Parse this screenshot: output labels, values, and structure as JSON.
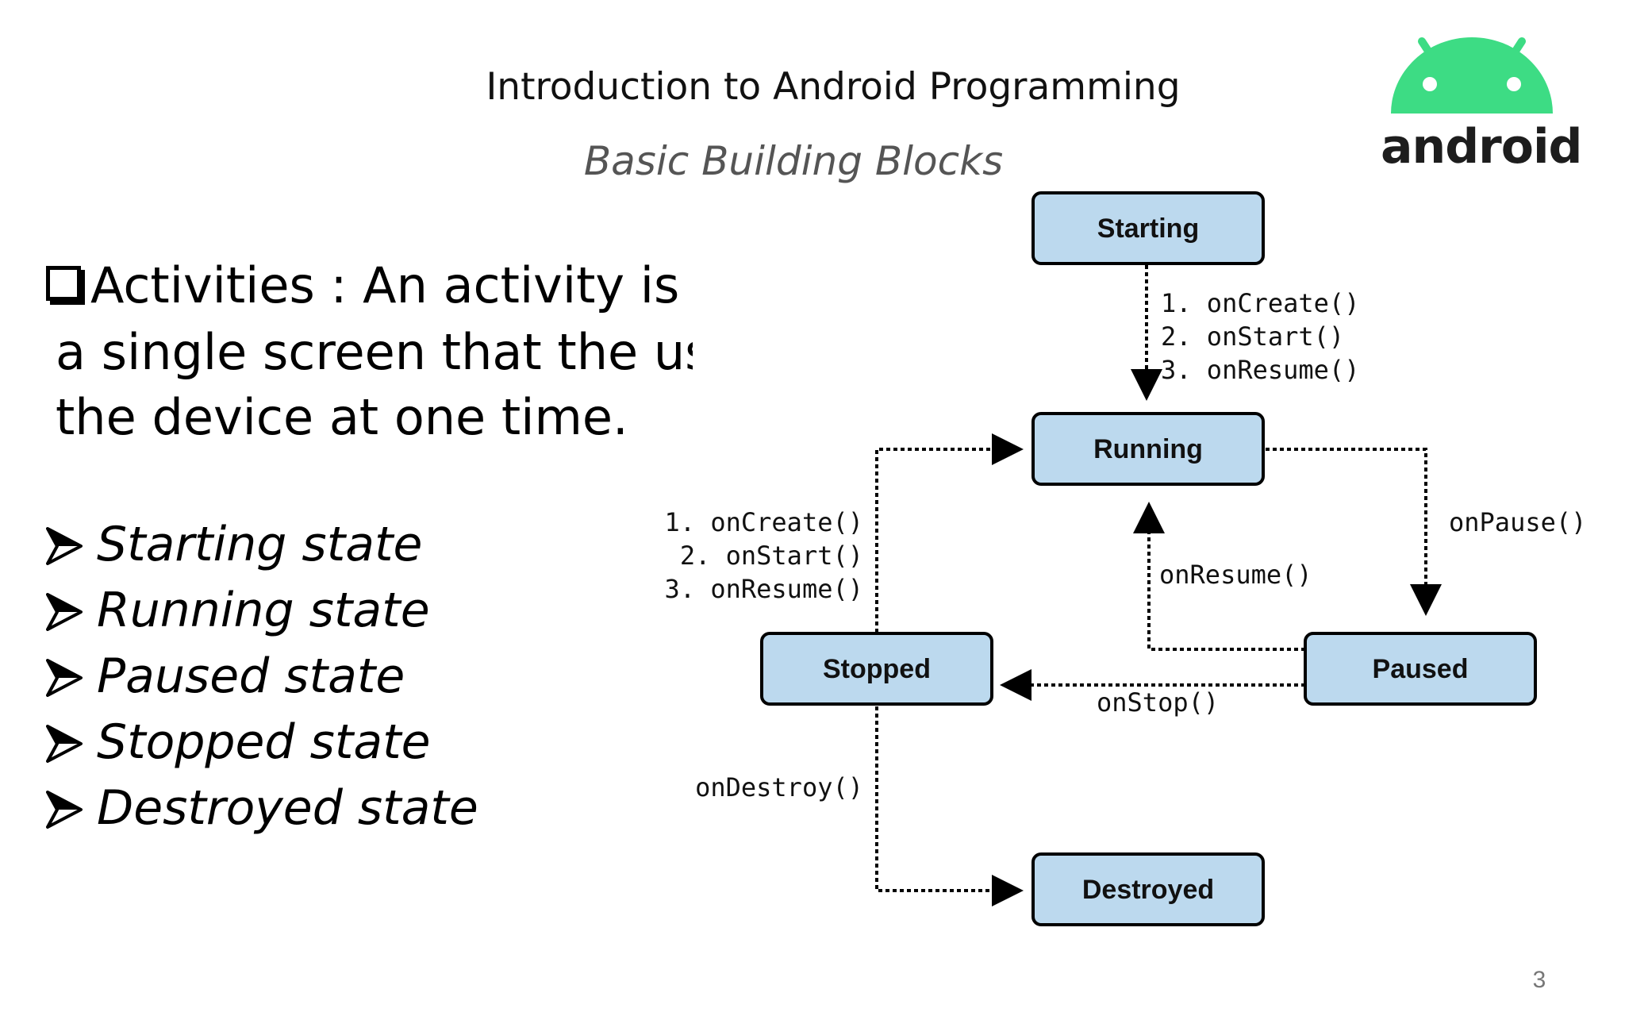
{
  "header": {
    "title": "Introduction to Android Programming",
    "subtitle": "Basic Building Blocks",
    "logo_text": "android"
  },
  "content": {
    "activity_lines": [
      "Activities : An activity is usu",
      "a single screen that the user",
      "the device at one time."
    ],
    "states": [
      "Starting state",
      "Running state",
      "Paused state",
      "Stopped state",
      "Destroyed state"
    ]
  },
  "diagram": {
    "nodes": {
      "starting": "Starting",
      "running": "Running",
      "paused": "Paused",
      "stopped": "Stopped",
      "destroyed": "Destroyed"
    },
    "labels": {
      "start_1": "1. onCreate()",
      "start_2": "2. onStart()",
      "start_3": "3. onResume()",
      "restart_1": "1. onCreate()",
      "restart_2": "2. onStart()",
      "restart_3": "3. onResume()",
      "on_pause": "onPause()",
      "on_resume": "onResume()",
      "on_stop": "onStop()",
      "on_destroy": "onDestroy()"
    }
  },
  "colors": {
    "node_fill": "#bcd9ee",
    "android_green": "#3ddc84"
  },
  "page_number": "3"
}
